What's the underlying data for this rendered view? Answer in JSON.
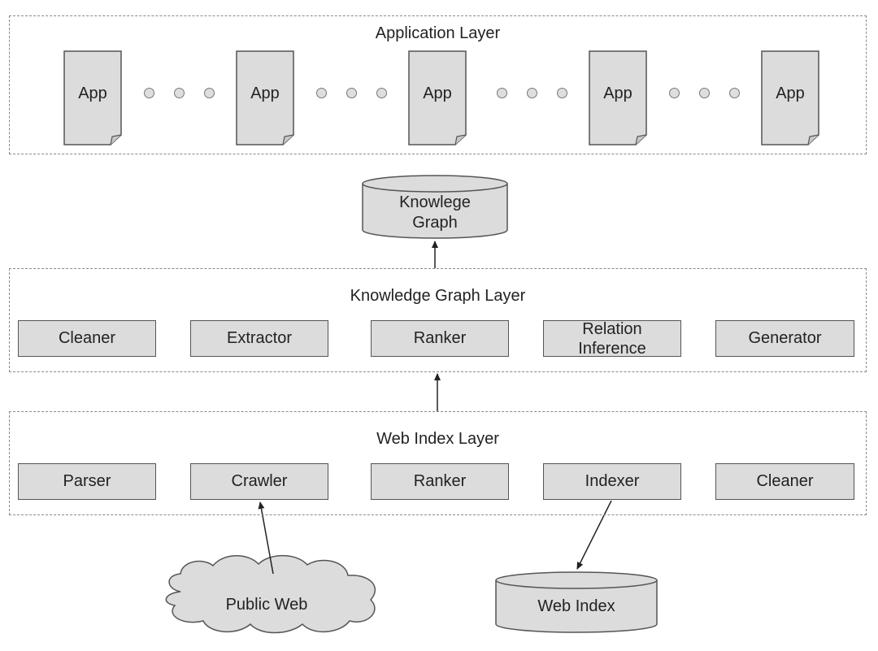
{
  "application_layer": {
    "title": "Application Layer",
    "apps": [
      "App",
      "App",
      "App",
      "App",
      "App"
    ]
  },
  "knowledge_graph_store": {
    "label": "Knowlege\nGraph"
  },
  "knowledge_graph_layer": {
    "title": "Knowledge Graph Layer",
    "components": [
      "Cleaner",
      "Extractor",
      "Ranker",
      "Relation\nInference",
      "Generator"
    ]
  },
  "web_index_layer": {
    "title": "Web Index Layer",
    "components": [
      "Parser",
      "Crawler",
      "Ranker",
      "Indexer",
      "Cleaner"
    ]
  },
  "public_web": {
    "label": "Public Web"
  },
  "web_index_store": {
    "label": "Web Index"
  },
  "colors": {
    "component_fill": "#dcdcdc",
    "stroke": "#555555",
    "dashed_border": "#8a8a8a"
  }
}
